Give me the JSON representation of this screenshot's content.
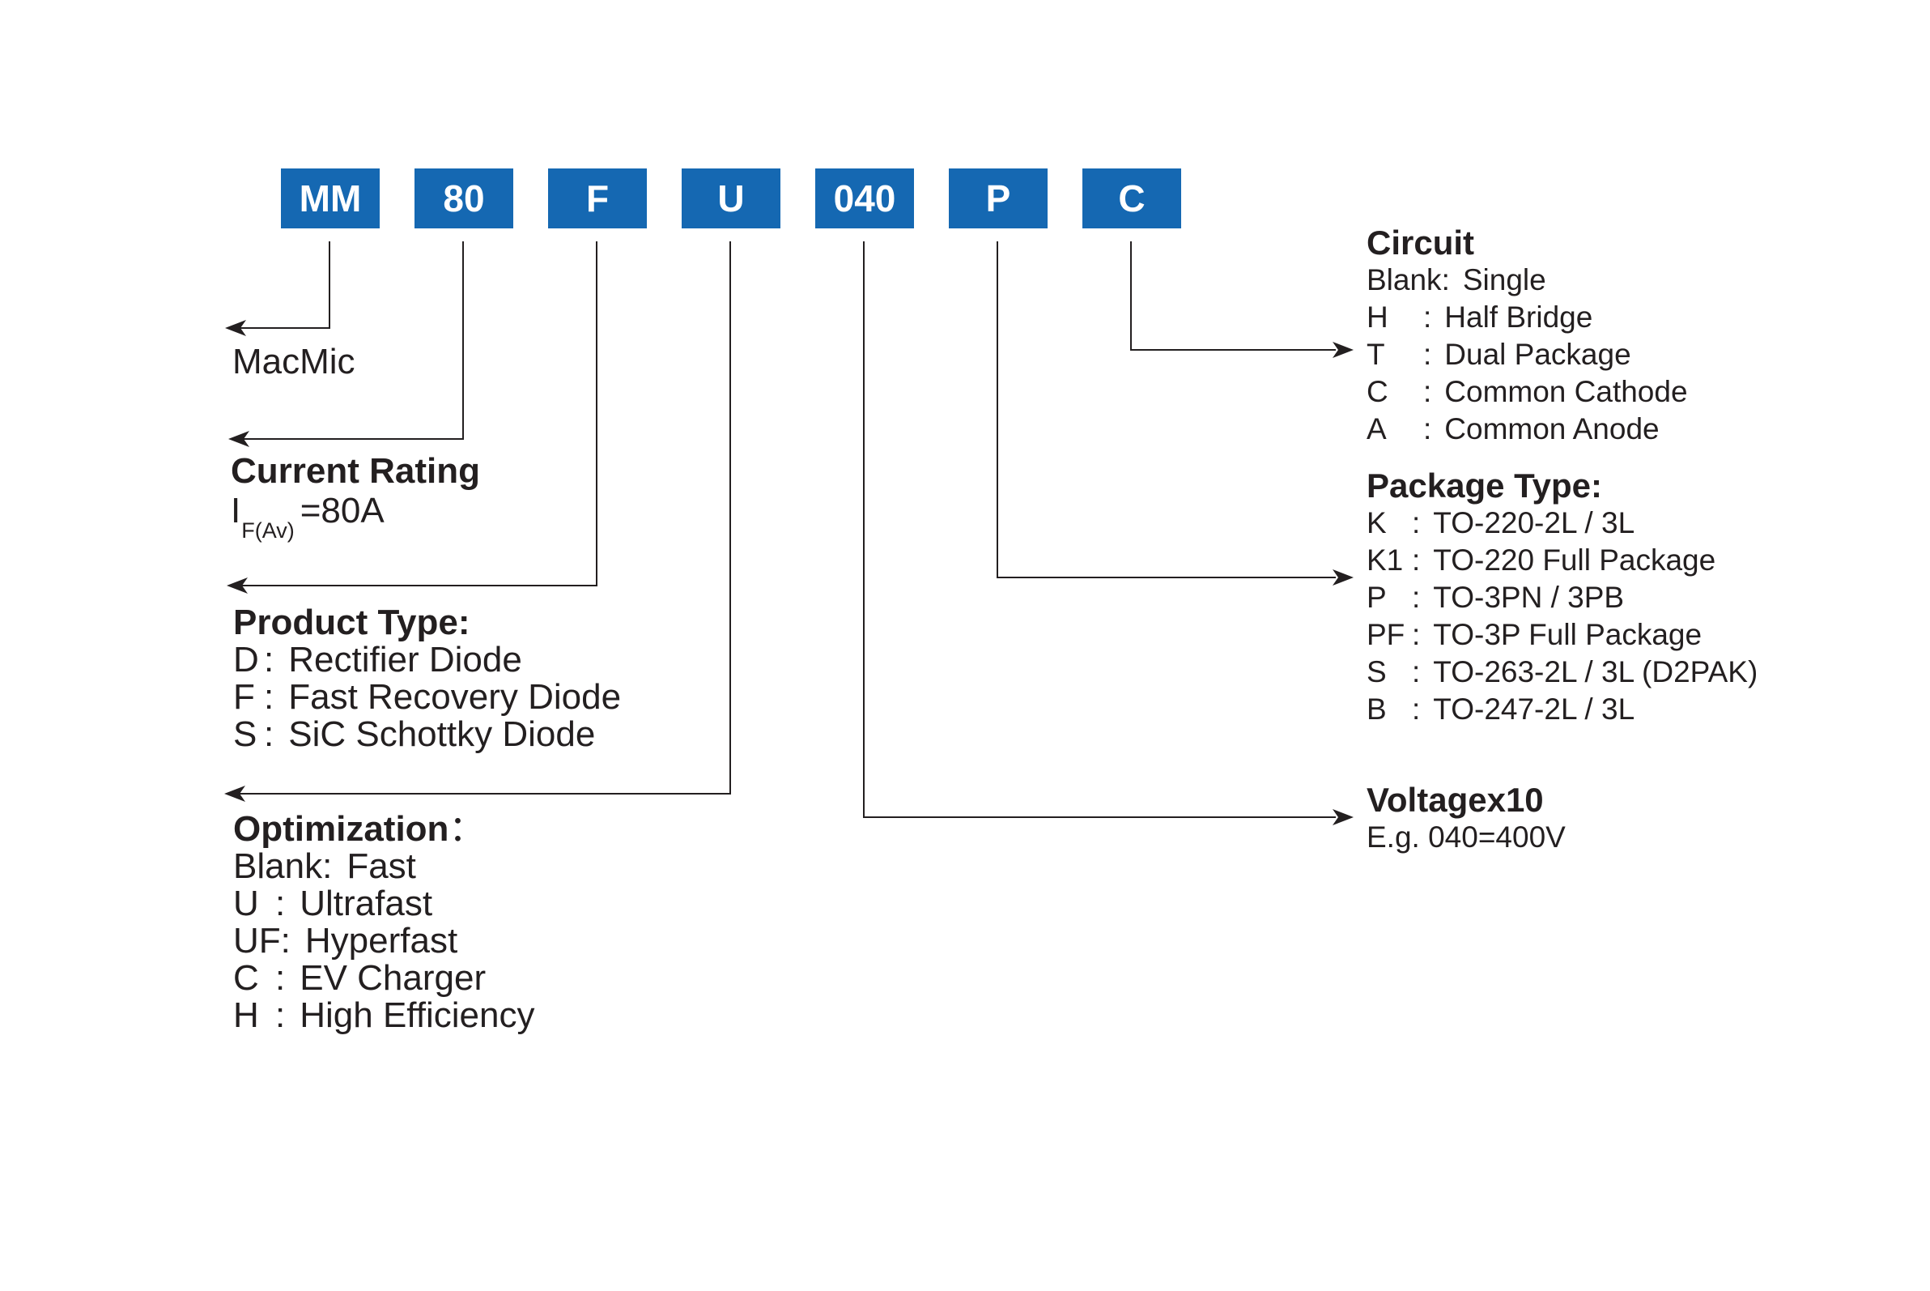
{
  "part_boxes": [
    "MM",
    "80",
    "F",
    "U",
    "040",
    "P",
    "C"
  ],
  "manufacturer": {
    "label": "MacMic"
  },
  "current_rating": {
    "heading": "Current Rating",
    "symbol_base": "I",
    "symbol_sub": "F(Av)",
    "value": "=80A"
  },
  "product_type": {
    "heading": "Product Type:",
    "separator": ":",
    "items": [
      {
        "key": "D",
        "value": "Rectifier Diode"
      },
      {
        "key": "F",
        "value": "Fast Recovery Diode"
      },
      {
        "key": "S",
        "value": "SiC Schottky Diode"
      }
    ]
  },
  "optimization": {
    "heading": "Optimization",
    "heading_colon": "：",
    "separator": ":",
    "items": [
      {
        "key": "Blank",
        "value": "Fast"
      },
      {
        "key": "U",
        "value": "Ultrafast"
      },
      {
        "key": "UF",
        "value": "Hyperfast"
      },
      {
        "key": "C",
        "value": "EV Charger"
      },
      {
        "key": "H",
        "value": "High Efficiency"
      }
    ]
  },
  "voltage": {
    "heading": "Voltagex10",
    "example": "E.g. 040=400V"
  },
  "package_type": {
    "heading": "Package Type:",
    "separator": ":",
    "items": [
      {
        "key": "K",
        "value": "TO-220-2L / 3L"
      },
      {
        "key": "K1",
        "value": "TO-220 Full Package"
      },
      {
        "key": "P",
        "value": "TO-3PN / 3PB"
      },
      {
        "key": "PF",
        "value": "TO-3P Full Package"
      },
      {
        "key": "S",
        "value": "TO-263-2L / 3L (D2PAK)"
      },
      {
        "key": "B",
        "value": "TO-247-2L / 3L"
      }
    ]
  },
  "circuit": {
    "heading": "Circuit",
    "separator": ":",
    "items": [
      {
        "key": "Blank",
        "value": "Single"
      },
      {
        "key": "H",
        "value": "Half Bridge"
      },
      {
        "key": "T",
        "value": "Dual Package"
      },
      {
        "key": "C",
        "value": "Common Cathode"
      },
      {
        "key": "A",
        "value": "Common Anode"
      }
    ]
  },
  "colors": {
    "box_blue": "#1568b2",
    "line_black": "#231f20",
    "box_text": "#ffffff"
  }
}
